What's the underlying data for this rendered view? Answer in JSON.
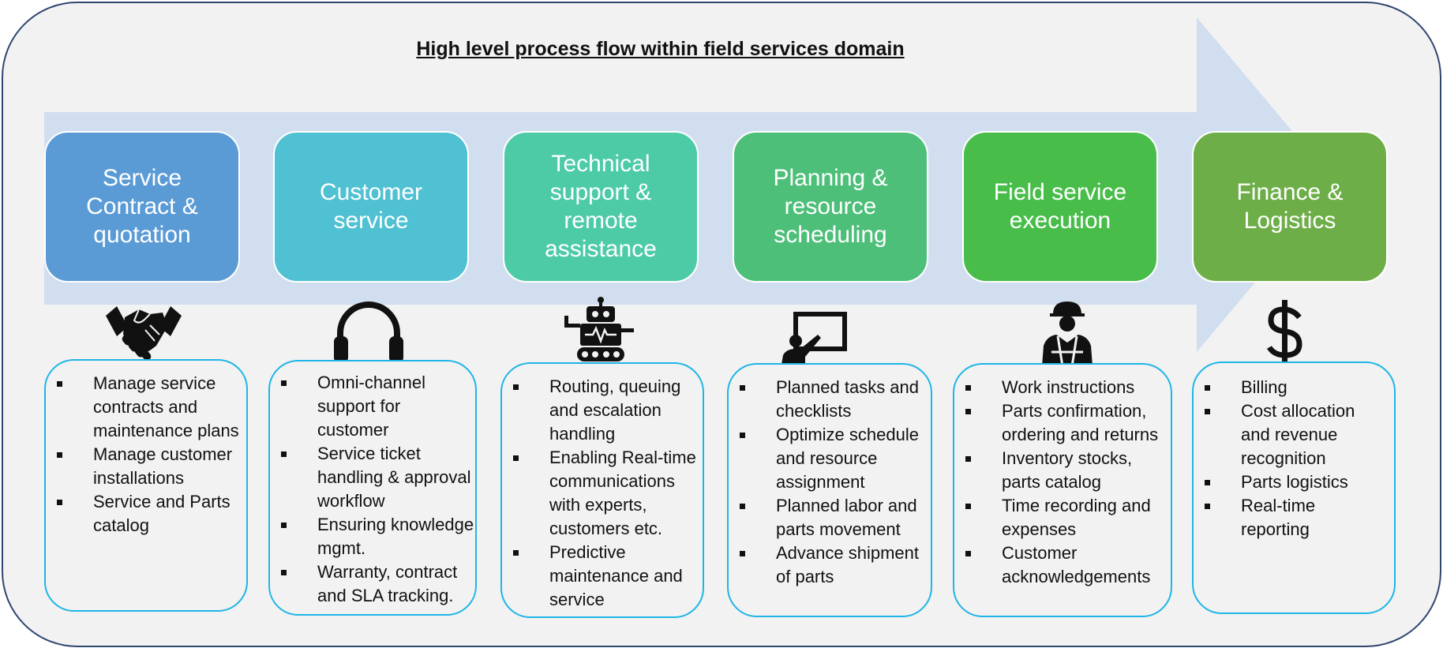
{
  "title": "High level process flow within field services domain",
  "colors": {
    "frame_border": "#2f4670",
    "frame_fill": "#f2f2f2",
    "arrow": "#d1deef",
    "box_border": "#1fb5e6"
  },
  "stages": [
    {
      "label": "Service Contract & quotation",
      "color": "#5b9bd5",
      "icon": "handshake-icon",
      "items": [
        "Manage service contracts and maintenance plans",
        "Manage customer installations",
        "Service and Parts catalog"
      ]
    },
    {
      "label": "Customer service",
      "color": "#4fc1d2",
      "icon": "headphones-icon",
      "items": [
        "Omni-channel support for customer",
        "Service ticket handling & approval workflow",
        "Ensuring knowledge mgmt.",
        "Warranty, contract and SLA tracking."
      ]
    },
    {
      "label": "Technical support & remote assistance",
      "color": "#4dcba7",
      "icon": "robot-icon",
      "items": [
        "Routing, queuing and escalation handling",
        "Enabling Real-time communications with experts, customers etc.",
        "Predictive maintenance and service"
      ]
    },
    {
      "label": "Planning & resource scheduling",
      "color": "#4dbf79",
      "icon": "presenter-board-icon",
      "items": [
        "Planned tasks and checklists",
        "Optimize schedule and resource assignment",
        "Planned labor and parts movement",
        "Advance shipment of parts"
      ]
    },
    {
      "label": "Field service execution",
      "color": "#48bd4a",
      "icon": "field-worker-icon",
      "items": [
        "Work instructions",
        "Parts confirmation, ordering and returns",
        "Inventory stocks, parts catalog",
        "Time recording and expenses",
        "Customer acknowledgements"
      ]
    },
    {
      "label": "Finance & Logistics",
      "color": "#6eae48",
      "icon": "dollar-icon",
      "items": [
        "Billing",
        "Cost allocation and revenue recognition",
        "Parts logistics",
        "Real-time reporting"
      ]
    }
  ]
}
